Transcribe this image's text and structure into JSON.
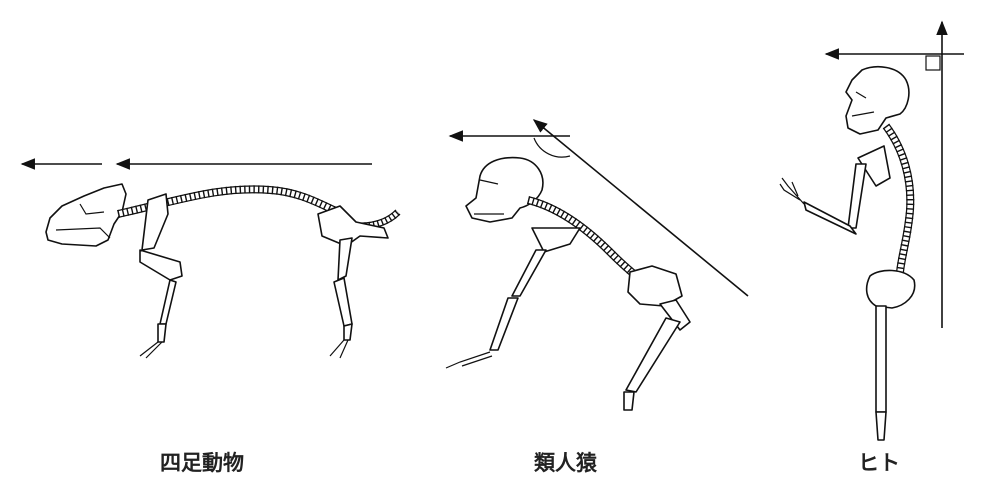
{
  "labels": {
    "quadruped": "四足動物",
    "ape": "類人猿",
    "human": "ヒト"
  },
  "icons": [
    "left-arrow-icon",
    "up-arrow-icon",
    "right-angle-marker-icon"
  ],
  "colors": {
    "stroke": "#111111",
    "background": "#ffffff",
    "text": "#222222"
  }
}
